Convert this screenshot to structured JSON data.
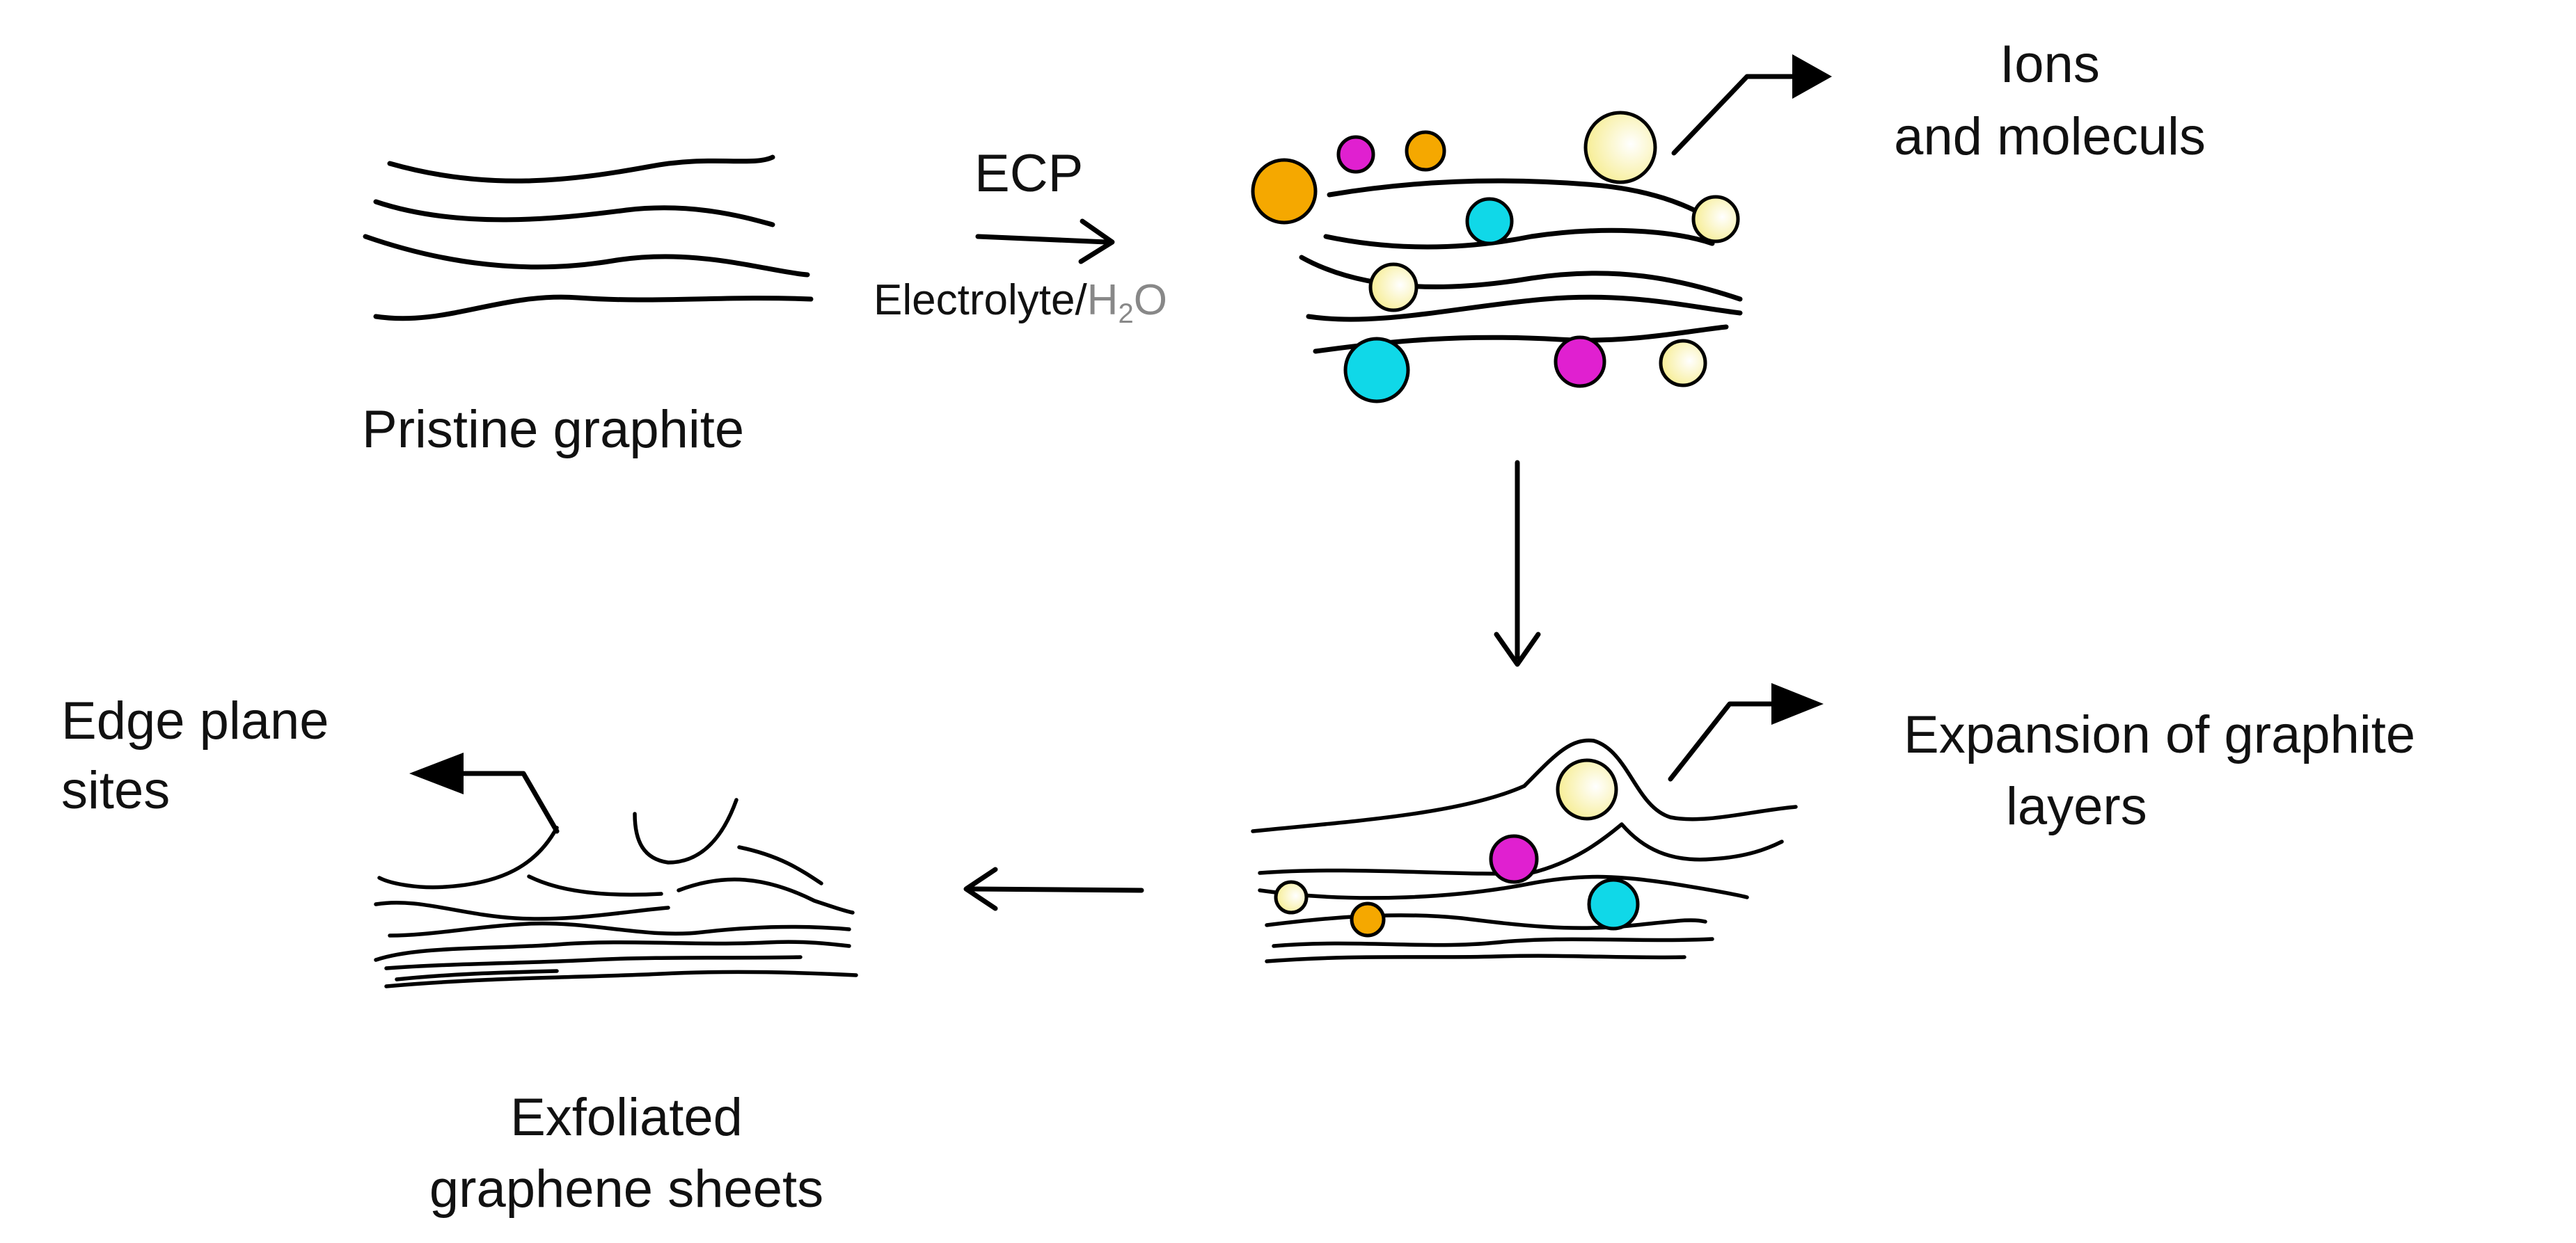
{
  "labels": {
    "pristine": "Pristine graphite",
    "ecp": "ECP",
    "electrolyte": "Electrolyte/",
    "h": "H",
    "sub2": "2",
    "o": "O",
    "ions_line1": "Ions",
    "ions_line2": "and moleculs",
    "expansion_line1": "Expansion of graphite",
    "expansion_line2": "layers",
    "edge_line1": "Edge plane",
    "edge_line2": "sites",
    "exfoliated_line1": "Exfoliated",
    "exfoliated_line2": "graphene sheets"
  },
  "colors": {
    "orange": "#f5a800",
    "magenta": "#e020d0",
    "cyan": "#10d8e8",
    "pale_yellow": "#fbf2a8",
    "line": "#000000",
    "text": "#111111",
    "h2o_text": "#888888"
  }
}
